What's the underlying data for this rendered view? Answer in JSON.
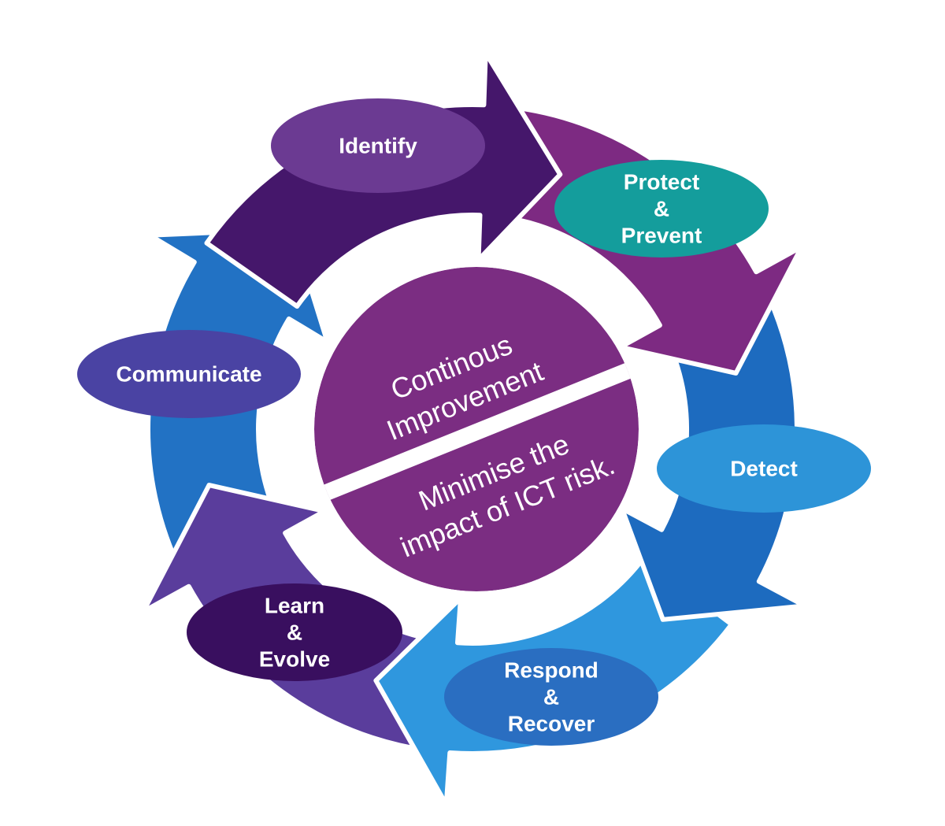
{
  "diagram": {
    "background": "#ffffff",
    "label_color": "#ffffff",
    "center": {
      "top_lines": [
        "Continous",
        "Improvement"
      ],
      "bottom_lines": [
        "Minimise the",
        "impact of ICT risk."
      ],
      "fill": "#7b2d82",
      "divider_color": "#ffffff",
      "text_color": "#ffffff"
    },
    "nodes": [
      {
        "id": "identify",
        "lines": [
          "Identify"
        ],
        "ellipse_fill": "#6b3a92",
        "arrow_fill": "#45176b"
      },
      {
        "id": "protect-prevent",
        "lines": [
          "Protect",
          "&",
          "Prevent"
        ],
        "ellipse_fill": "#149d9c",
        "arrow_fill": "#7d2a82"
      },
      {
        "id": "detect",
        "lines": [
          "Detect"
        ],
        "ellipse_fill": "#2d94d8",
        "arrow_fill": "#1d6bbf"
      },
      {
        "id": "respond-recover",
        "lines": [
          "Respond",
          "&",
          "Recover"
        ],
        "ellipse_fill": "#2a6ec1",
        "arrow_fill": "#2f97de"
      },
      {
        "id": "learn-evolve",
        "lines": [
          "Learn",
          "&",
          "Evolve"
        ],
        "ellipse_fill": "#390f5f",
        "arrow_fill": "#5a3d9c"
      },
      {
        "id": "communicate",
        "lines": [
          "Communicate"
        ],
        "ellipse_fill": "#4a43a3",
        "arrow_fill": "#2272c4"
      }
    ]
  }
}
